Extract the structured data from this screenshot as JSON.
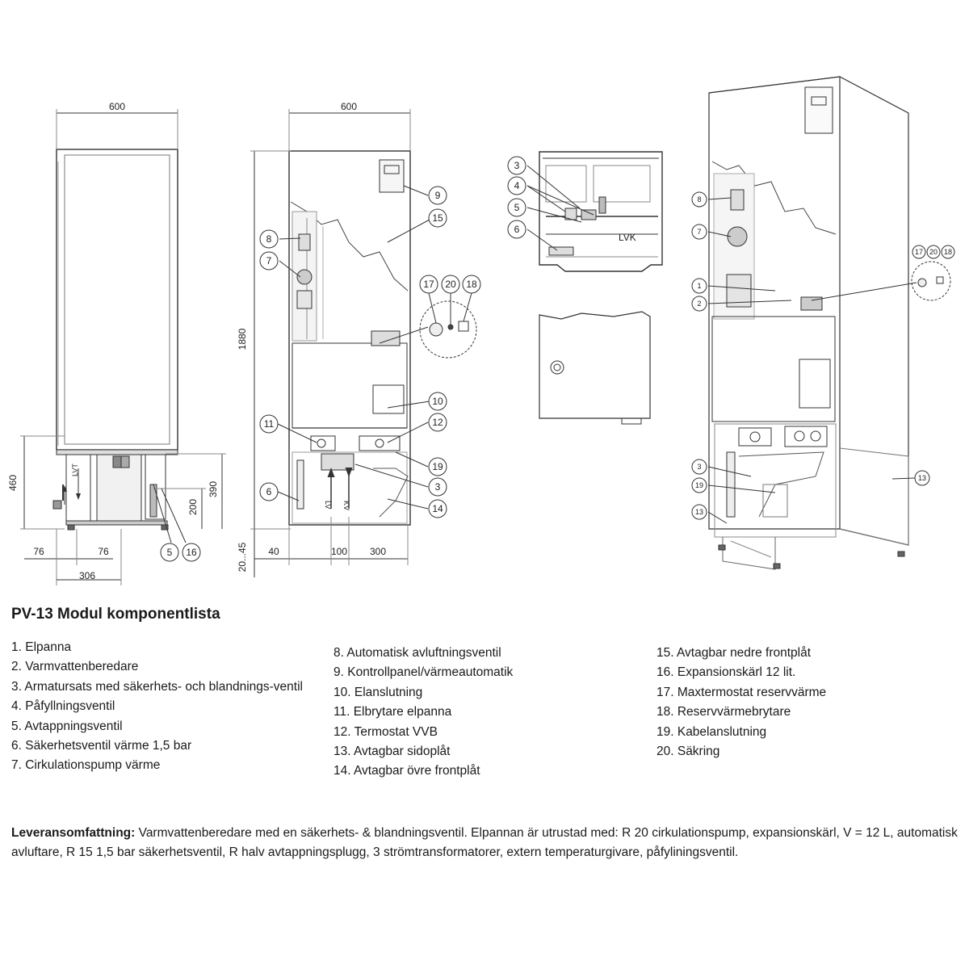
{
  "drawing": {
    "dimensions": {
      "w1": "600",
      "w2": "600",
      "h_total": "1880",
      "h_base": "460",
      "h_390": "390",
      "h_200": "200",
      "d76a": "76",
      "d76b": "76",
      "d306": "306",
      "d40": "40",
      "d100": "100",
      "d300": "300",
      "d2045": "20...45"
    },
    "pipe_labels": {
      "lvk": "LVK",
      "lv": "LV",
      "kv": "KV",
      "top_lvk": "LVK",
      "base_label": "LVT"
    },
    "callouts": [
      "1",
      "2",
      "3",
      "4",
      "5",
      "6",
      "7",
      "8",
      "9",
      "10",
      "11",
      "12",
      "13",
      "14",
      "15",
      "16",
      "17",
      "18",
      "19",
      "20"
    ]
  },
  "title": "PV-13 Modul komponentlista",
  "components_col1": [
    "1. Elpanna",
    "2. Varmvattenberedare",
    "3. Armatursats med säkerhets- och blandnings-ventil",
    "4. Påfyllningsventil",
    "5. Avtappningsventil",
    "6. Säkerhetsventil värme 1,5 bar",
    "7. Cirkulationspump värme"
  ],
  "components_col2": [
    "8. Automatisk avluftningsventil",
    "9. Kontrollpanel/värmeautomatik",
    "10. Elanslutning",
    "11. Elbrytare elpanna",
    "12. Termostat VVB",
    "13. Avtagbar sidoplåt",
    "14. Avtagbar övre frontplåt"
  ],
  "components_col3": [
    "15. Avtagbar nedre frontplåt",
    "16. Expansionskärl 12 lit.",
    "17. Maxtermostat reservvärme",
    "18. Reservvärmebrytare",
    "19. Kabelanslutning",
    "20. Säkring"
  ],
  "delivery": {
    "label": "Leveransomfattning:",
    "text": "Varmvattenberedare med en säkerhets- & blandningsventil. Elpannan är utrustad med: R 20 cirkulationspump, expansionskärl, V = 12 L, automatisk avluftare, R 15 1,5 bar säkerhetsventil, R halv avtappningsplugg, 3 strömtransformatorer, extern temperaturgivare, påfyliningsventil."
  }
}
